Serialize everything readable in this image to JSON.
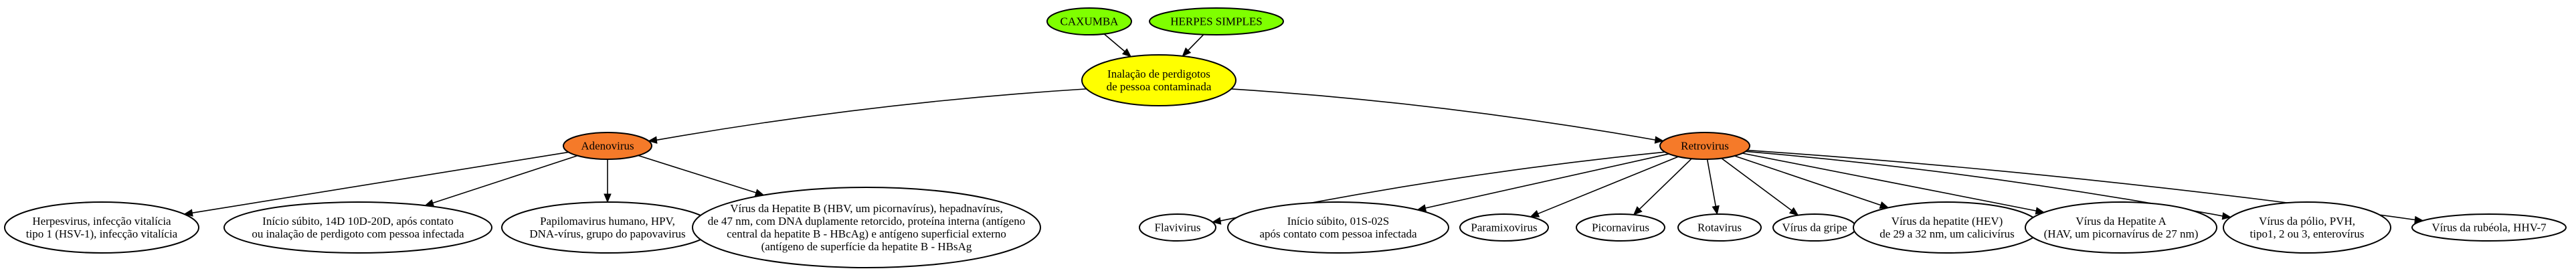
{
  "diagram": {
    "nodes": [
      {
        "id": "caxumba",
        "lines": [
          "CAXUMBA"
        ],
        "fill": "#7fff00"
      },
      {
        "id": "herpes",
        "lines": [
          "HERPES SIMPLES"
        ],
        "fill": "#7fff00"
      },
      {
        "id": "inalacao",
        "lines": [
          "Inalação de perdigotos",
          "de pessoa contaminada"
        ],
        "fill": "#ffff00"
      },
      {
        "id": "adenovirus",
        "lines": [
          "Adenovirus"
        ],
        "fill": "#f57a29"
      },
      {
        "id": "retrovirus",
        "lines": [
          "Retrovirus"
        ],
        "fill": "#f57a29"
      },
      {
        "id": "herpesvirus",
        "lines": [
          "Herpesvirus, infecção vitalícia",
          "tipo 1 (HSV-1), infecção vitalícia"
        ],
        "fill": "#ffffff"
      },
      {
        "id": "inicio-adeno",
        "lines": [
          "Início súbito, 14D 10D-20D, após contato",
          "ou inalação de perdigoto com pessoa infectada"
        ],
        "fill": "#ffffff"
      },
      {
        "id": "papiloma",
        "lines": [
          "Papilomavirus humano, HPV,",
          "DNA-vírus, grupo do papovavirus"
        ],
        "fill": "#ffffff"
      },
      {
        "id": "hepatite-b",
        "lines": [
          "Vírus da Hepatite B (HBV, um picornavírus), hepadnavírus,",
          "de 47 nm, com DNA duplamente retorcido, proteína interna (antígeno",
          "central da hepatite B - HBcAg) e antígeno superficial externo",
          "(antígeno de superfície da hepatite B - HBsAg"
        ],
        "fill": "#ffffff"
      },
      {
        "id": "flavivirus",
        "lines": [
          "Flavivirus"
        ],
        "fill": "#ffffff"
      },
      {
        "id": "inicio-retro",
        "lines": [
          "Início súbito, 01S-02S",
          "após contato com pessoa infectada"
        ],
        "fill": "#ffffff"
      },
      {
        "id": "paramixo",
        "lines": [
          "Paramixovirus"
        ],
        "fill": "#ffffff"
      },
      {
        "id": "picorna",
        "lines": [
          "Picornavirus"
        ],
        "fill": "#ffffff"
      },
      {
        "id": "rota",
        "lines": [
          "Rotavirus"
        ],
        "fill": "#ffffff"
      },
      {
        "id": "gripe",
        "lines": [
          "Vírus da gripe"
        ],
        "fill": "#ffffff"
      },
      {
        "id": "hepatite-e",
        "lines": [
          "Vírus da hepatite (HEV)",
          "de 29 a 32 nm, um calicivírus"
        ],
        "fill": "#ffffff"
      },
      {
        "id": "hepatite-a",
        "lines": [
          "Vírus da Hepatite A",
          "(HAV, um picornavírus de 27 nm)"
        ],
        "fill": "#ffffff"
      },
      {
        "id": "polio",
        "lines": [
          "Vírus da pólio, PVH,",
          "tipo1, 2 ou 3, enterovírus"
        ],
        "fill": "#ffffff"
      },
      {
        "id": "rubeola",
        "lines": [
          "Vírus da rubéola, HHV-7"
        ],
        "fill": "#ffffff"
      }
    ],
    "edges": [
      {
        "from": "caxumba",
        "to": "inalacao"
      },
      {
        "from": "herpes",
        "to": "inalacao"
      },
      {
        "from": "inalacao",
        "to": "adenovirus"
      },
      {
        "from": "inalacao",
        "to": "retrovirus"
      },
      {
        "from": "adenovirus",
        "to": "herpesvirus"
      },
      {
        "from": "adenovirus",
        "to": "inicio-adeno"
      },
      {
        "from": "adenovirus",
        "to": "papiloma"
      },
      {
        "from": "adenovirus",
        "to": "hepatite-b"
      },
      {
        "from": "retrovirus",
        "to": "flavivirus"
      },
      {
        "from": "retrovirus",
        "to": "inicio-retro"
      },
      {
        "from": "retrovirus",
        "to": "paramixo"
      },
      {
        "from": "retrovirus",
        "to": "picorna"
      },
      {
        "from": "retrovirus",
        "to": "rota"
      },
      {
        "from": "retrovirus",
        "to": "gripe"
      },
      {
        "from": "retrovirus",
        "to": "hepatite-e"
      },
      {
        "from": "retrovirus",
        "to": "hepatite-a"
      },
      {
        "from": "retrovirus",
        "to": "polio"
      },
      {
        "from": "retrovirus",
        "to": "rubeola"
      }
    ]
  }
}
